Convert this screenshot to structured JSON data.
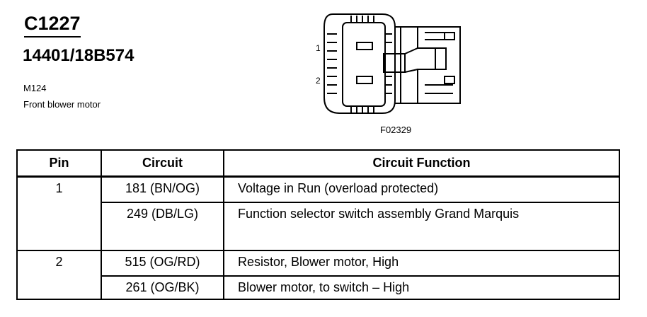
{
  "header": {
    "connector_id": "C1227",
    "part_number": "14401/18B574",
    "location": "M124",
    "description": "Front blower motor"
  },
  "diagram": {
    "pin_label_1": "1",
    "pin_label_2": "2",
    "figure_id": "F02329"
  },
  "table": {
    "headers": {
      "pin": "Pin",
      "circuit": "Circuit",
      "function": "Circuit Function"
    },
    "rows": [
      {
        "pin": "1",
        "circuit": "181 (BN/OG)",
        "function": "Voltage in Run (overload protected)"
      },
      {
        "pin": "",
        "circuit": "249 (DB/LG)",
        "function": "Function selector switch assembly Grand Marquis"
      },
      {
        "pin": "2",
        "circuit": "515 (OG/RD)",
        "function": "Resistor, Blower motor, High"
      },
      {
        "pin": "",
        "circuit": "261 (OG/BK)",
        "function": "Blower motor, to switch – High"
      }
    ]
  }
}
